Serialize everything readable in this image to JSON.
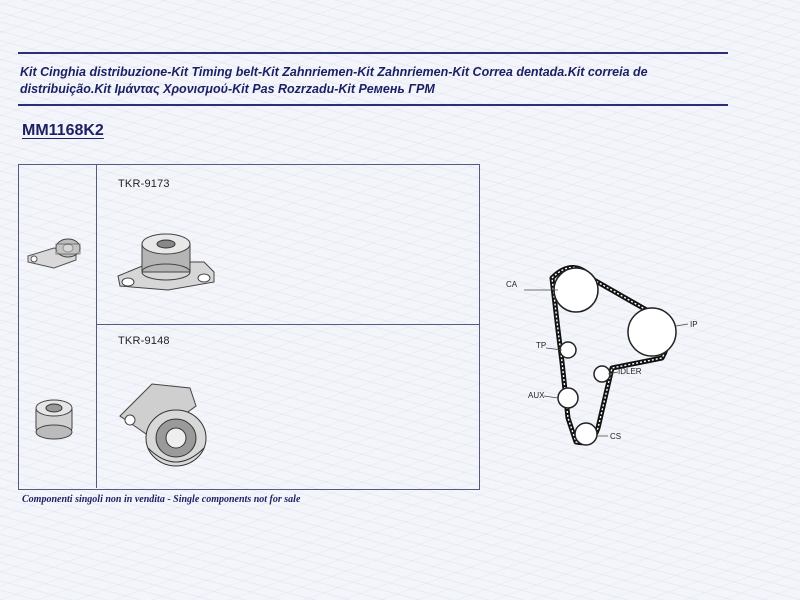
{
  "header": {
    "title": "Kit Cinghia distribuzione-Kit Timing belt-Kit Zahnriemen-Kit Zahnriemen-Kit Correa dentada.Kit correia de distribuição.Kit Ιμάντας Χρονισμού-Kit Pas Rozrzadu-Kit Ремень ГРМ",
    "kit_code": "MM1168K2"
  },
  "parts": [
    {
      "code": "TKR-9173",
      "icon": "tensioner-pulley-icon"
    },
    {
      "code": "TKR-9148",
      "icon": "idler-pulley-icon"
    }
  ],
  "belt_diagram": {
    "labels": {
      "ca": "CA",
      "ip": "IP",
      "tp": "TP",
      "idler": "IDLER",
      "aux": "AUX",
      "cs": "CS"
    }
  },
  "footnote": "Componenti singoli non in vendita - Single components not for sale",
  "colors": {
    "ink": "#1c1f63",
    "rule": "#2b2e7a",
    "belt": "#111111"
  }
}
